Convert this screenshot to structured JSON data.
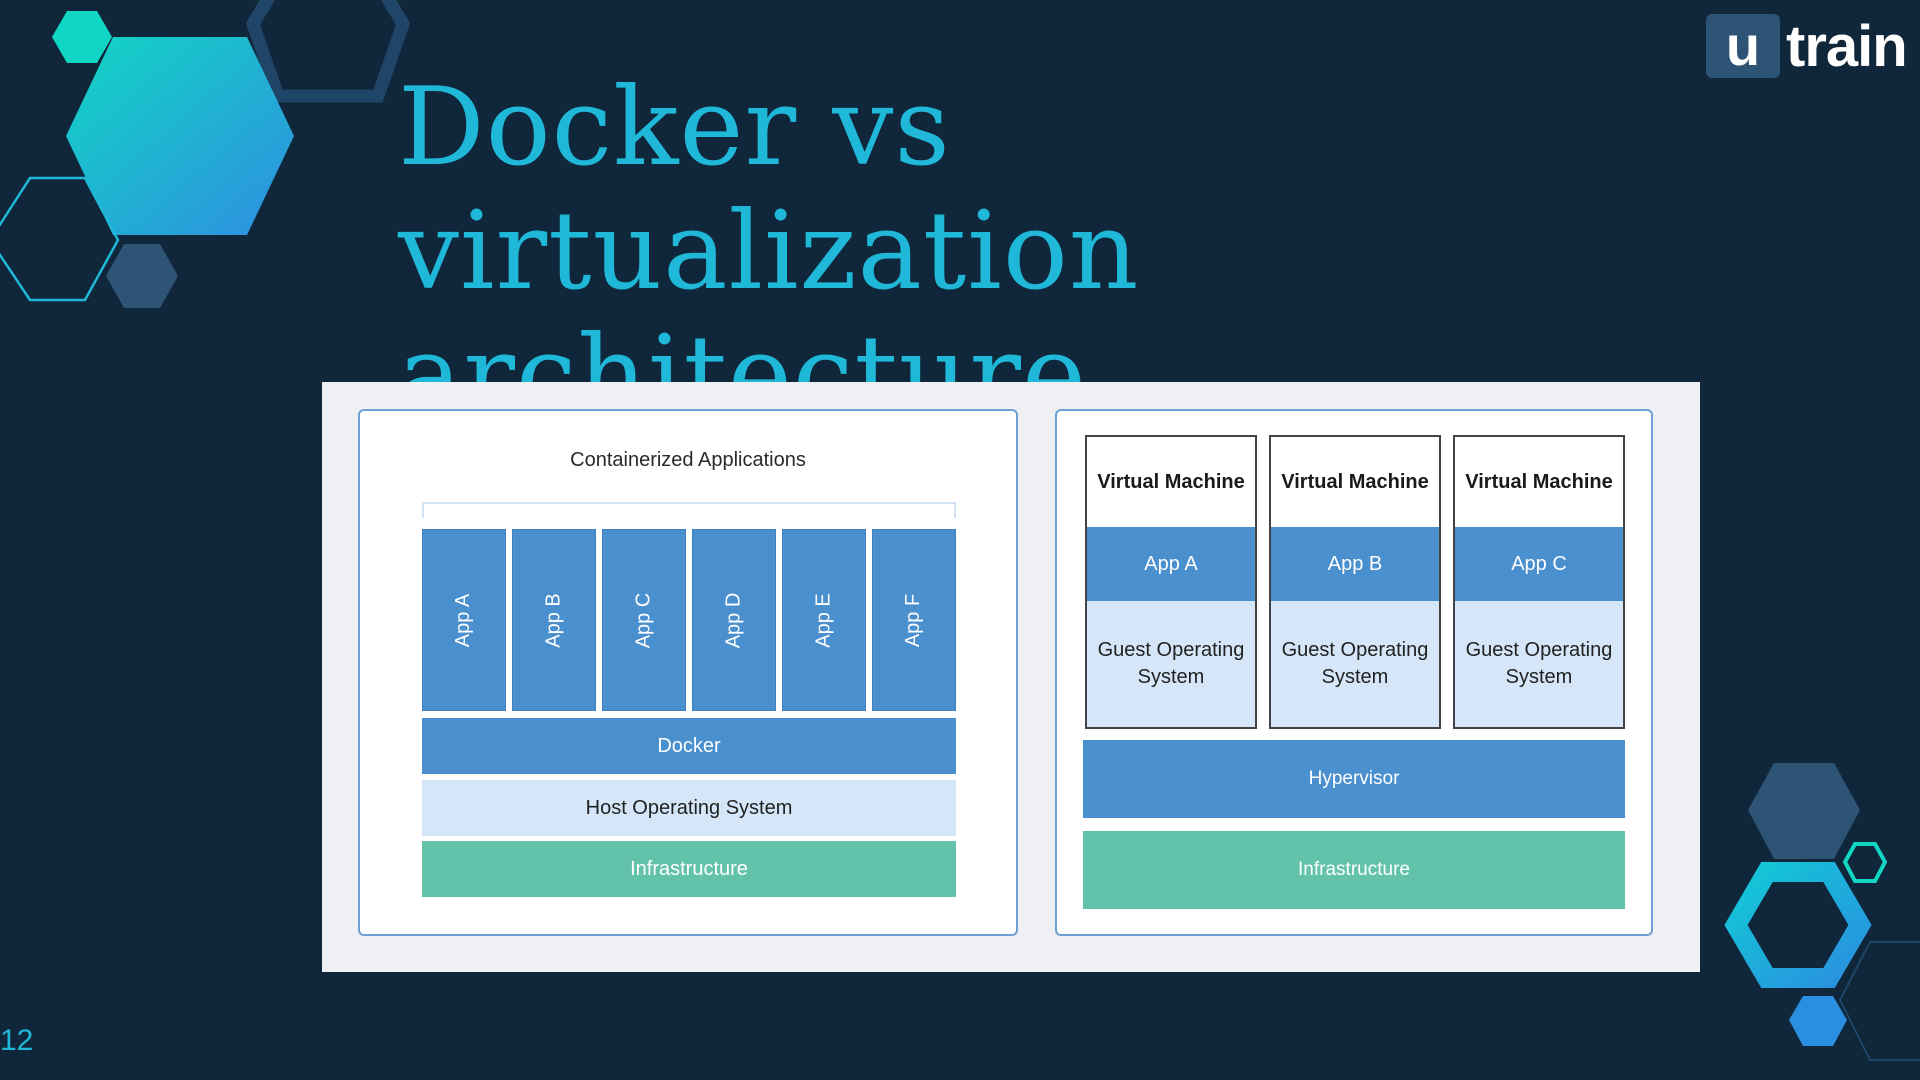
{
  "slide": {
    "title_line1": "Docker vs virtualization",
    "title_line2": "architecture",
    "page_number": "12"
  },
  "logo": {
    "mark": "u",
    "text": "train"
  },
  "colors": {
    "background": "#10263b",
    "title": "#1fb8d8",
    "app_blue": "#4a8fce",
    "light_blue": "#d4e6f7",
    "infra_green": "#63c3aa"
  },
  "diagram": {
    "left": {
      "title": "Containerized Applications",
      "apps": [
        "App A",
        "App B",
        "App C",
        "App D",
        "App E",
        "App F"
      ],
      "docker": "Docker",
      "host_os": "Host Operating System",
      "infrastructure": "Infrastructure"
    },
    "right": {
      "vms": [
        {
          "title": "Virtual Machine",
          "app": "App A",
          "os": "Guest Operating System"
        },
        {
          "title": "Virtual Machine",
          "app": "App B",
          "os": "Guest Operating System"
        },
        {
          "title": "Virtual Machine",
          "app": "App C",
          "os": "Guest Operating System"
        }
      ],
      "hypervisor": "Hypervisor",
      "infrastructure": "Infrastructure"
    }
  }
}
